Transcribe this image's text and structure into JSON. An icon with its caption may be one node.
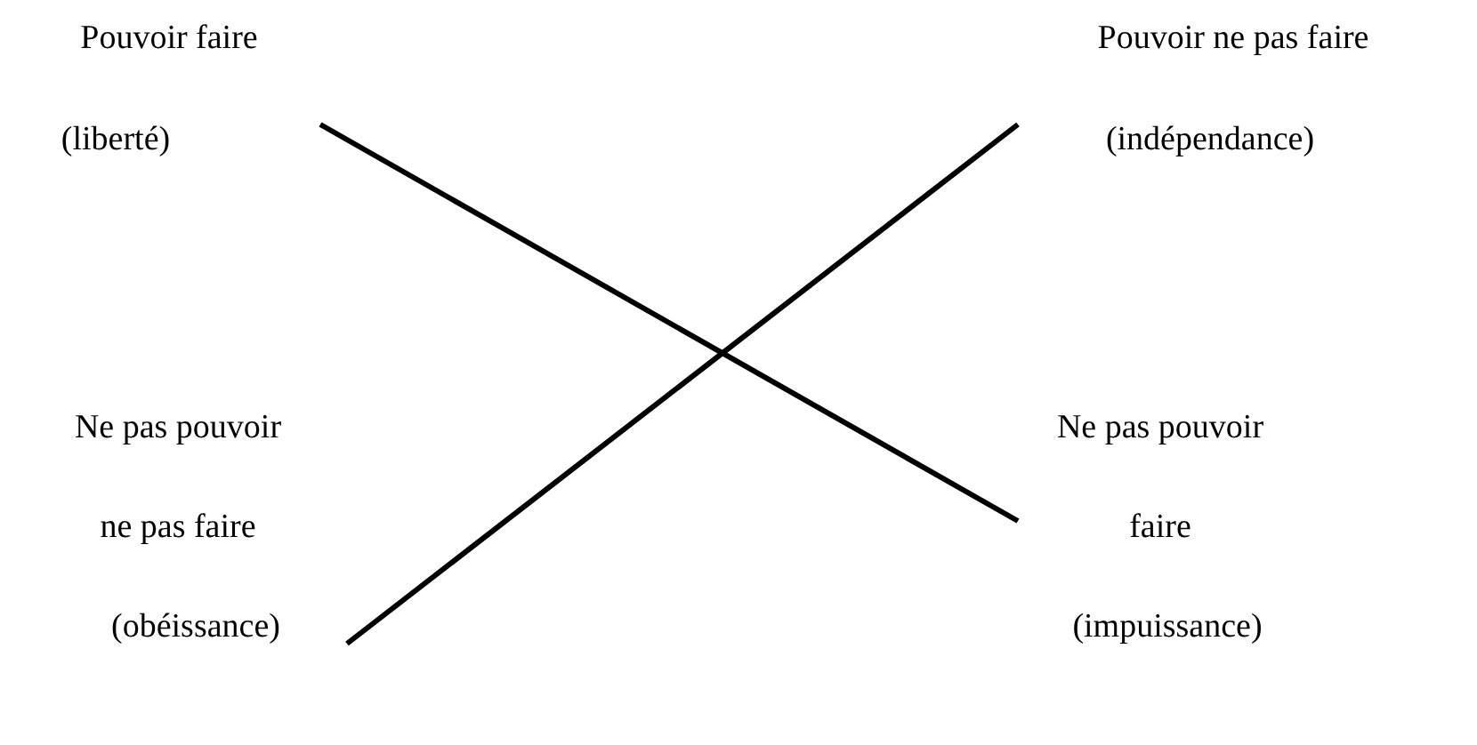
{
  "diagram": {
    "nodes": [
      {
        "text": [
          "Pouvoir faire",
          "(liberté)"
        ]
      },
      {
        "text": [
          "Pouvoir ne pas faire",
          "(indépendance)"
        ]
      },
      {
        "text": [
          "Ne pas pouvoir ne pas faire",
          "(obéissance)"
        ]
      },
      {
        "text": [
          "Ne pas pouvoir faire",
          "(impuissance)"
        ]
      }
    ],
    "edges": [
      {
        "from": 0,
        "to": 3,
        "arrow": "none"
      },
      {
        "from": 1,
        "to": 2,
        "arrow": "none"
      }
    ]
  }
}
